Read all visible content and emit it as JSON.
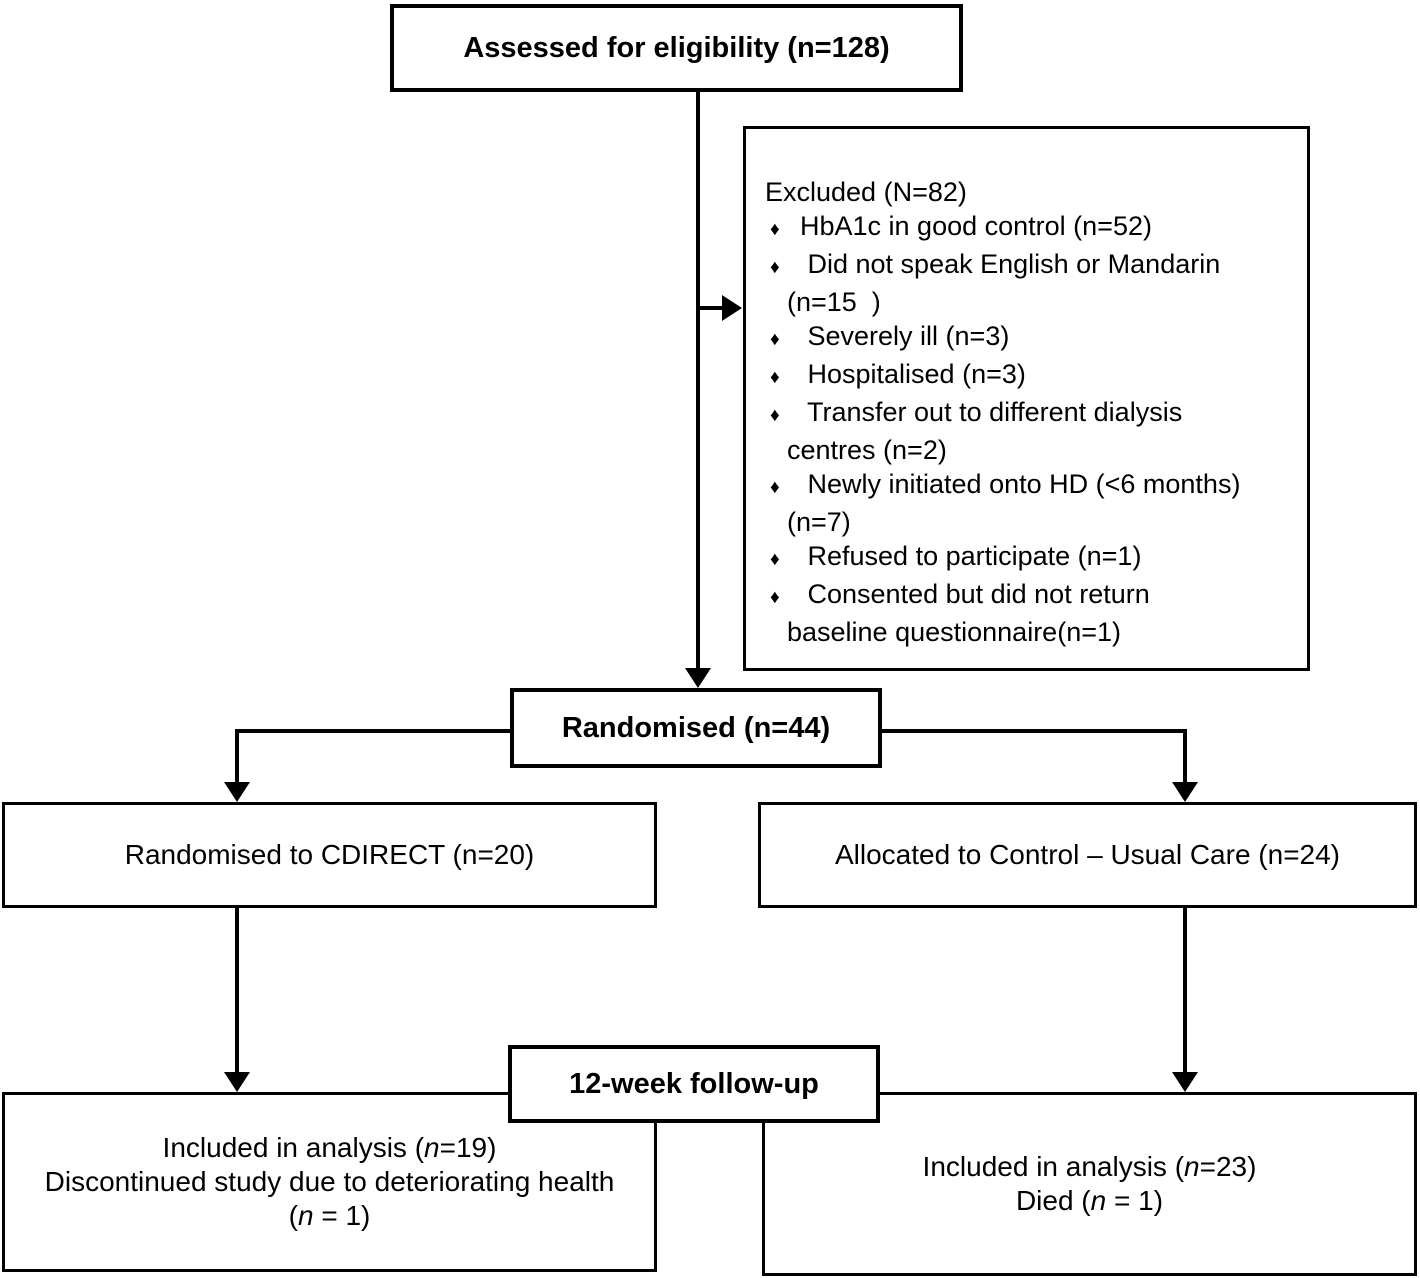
{
  "flow": {
    "assessed": {
      "label": "Assessed for eligibility (n=128)"
    },
    "excluded": {
      "bullet_glyph": "♦",
      "lines": [
        {
          "text": "Excluded (N=82)"
        },
        {
          "text": "HbA1c in good control (n=52)"
        },
        {
          "text": " Did not speak English or Mandarin"
        },
        {
          "text": "(n=15  )"
        },
        {
          "text": " Severely ill (n=3)"
        },
        {
          "text": " Hospitalised (n=3)"
        },
        {
          "text": " Transfer out to different dialysis"
        },
        {
          "text": "centres (n=2)"
        },
        {
          "text": " Newly initiated onto HD (<6 months)"
        },
        {
          "text": "(n=7)"
        },
        {
          "text": " Refused to participate (n=1)"
        },
        {
          "text": " Consented but did not return"
        },
        {
          "text": "baseline questionnaire(n=1)"
        }
      ]
    },
    "randomised": {
      "label": "Randomised (n=44)"
    },
    "cdirect": {
      "label": "Randomised to CDIRECT (n=20)"
    },
    "control": {
      "label": "Allocated to Control – Usual Care (n=24)"
    },
    "followup": {
      "label": "12-week follow-up"
    },
    "analysis_left": {
      "line1": {
        "pre": "Included in analysis (",
        "n": "n",
        "post": "=19)"
      },
      "line2": "Discontinued study due to deteriorating health",
      "line3": {
        "pre": "(",
        "n": "n",
        "post": " = 1)"
      }
    },
    "analysis_right": {
      "line1": {
        "pre": "Included in analysis (",
        "n": "n",
        "post": "=23)"
      },
      "line2": {
        "pre": "Died (",
        "n": "n",
        "post": " = 1)"
      }
    },
    "colors": {
      "line": "#000000",
      "background": "#ffffff"
    }
  }
}
